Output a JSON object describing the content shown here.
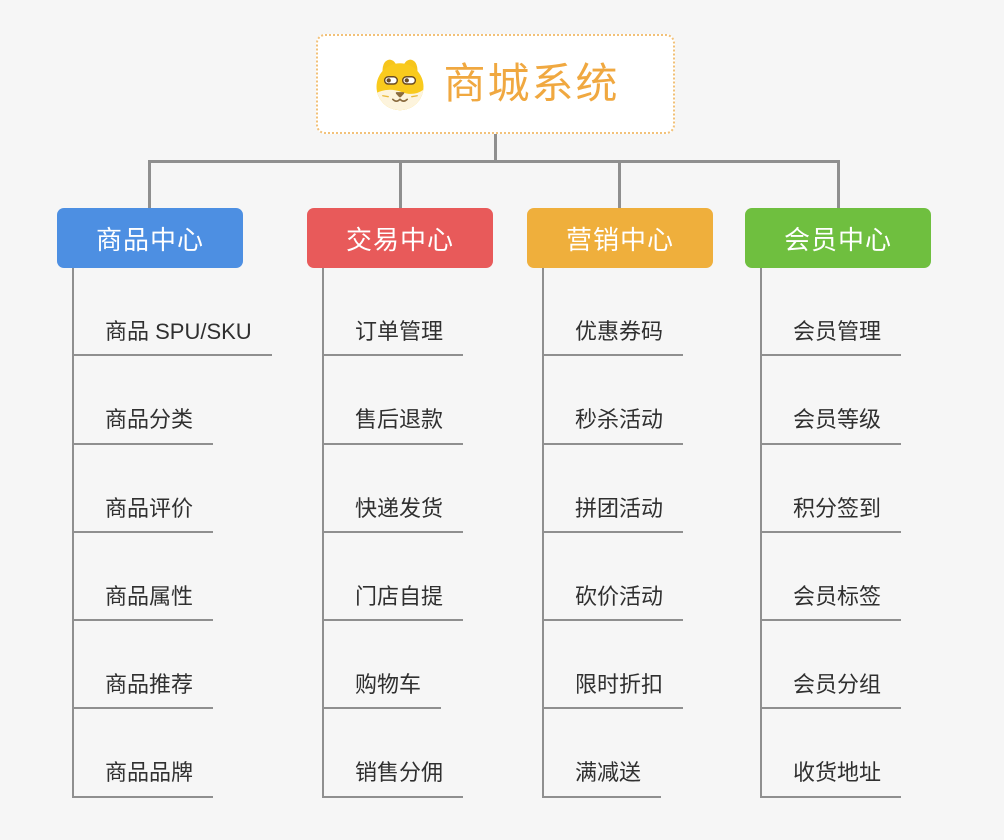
{
  "page": {
    "background": "#f6f6f6",
    "connector_color": "#8f8f8f"
  },
  "root": {
    "title": "商城系统",
    "icon": "dog-face-icon",
    "text_color": "#f0a840",
    "border_color": "#f2c178",
    "background": "#ffffff"
  },
  "branches": [
    {
      "label": "商品中心",
      "color": "#4d8fe2",
      "items": [
        "商品 SPU/SKU",
        "商品分类",
        "商品评价",
        "商品属性",
        "商品推荐",
        "商品品牌"
      ]
    },
    {
      "label": "交易中心",
      "color": "#e85a5a",
      "items": [
        "订单管理",
        "售后退款",
        "快递发货",
        "门店自提",
        "购物车",
        "销售分佣"
      ]
    },
    {
      "label": "营销中心",
      "color": "#efaf3c",
      "items": [
        "优惠券码",
        "秒杀活动",
        "拼团活动",
        "砍价活动",
        "限时折扣",
        "满减送"
      ]
    },
    {
      "label": "会员中心",
      "color": "#6fbf3f",
      "items": [
        "会员管理",
        "会员等级",
        "积分签到",
        "会员标签",
        "会员分组",
        "收货地址"
      ]
    }
  ]
}
